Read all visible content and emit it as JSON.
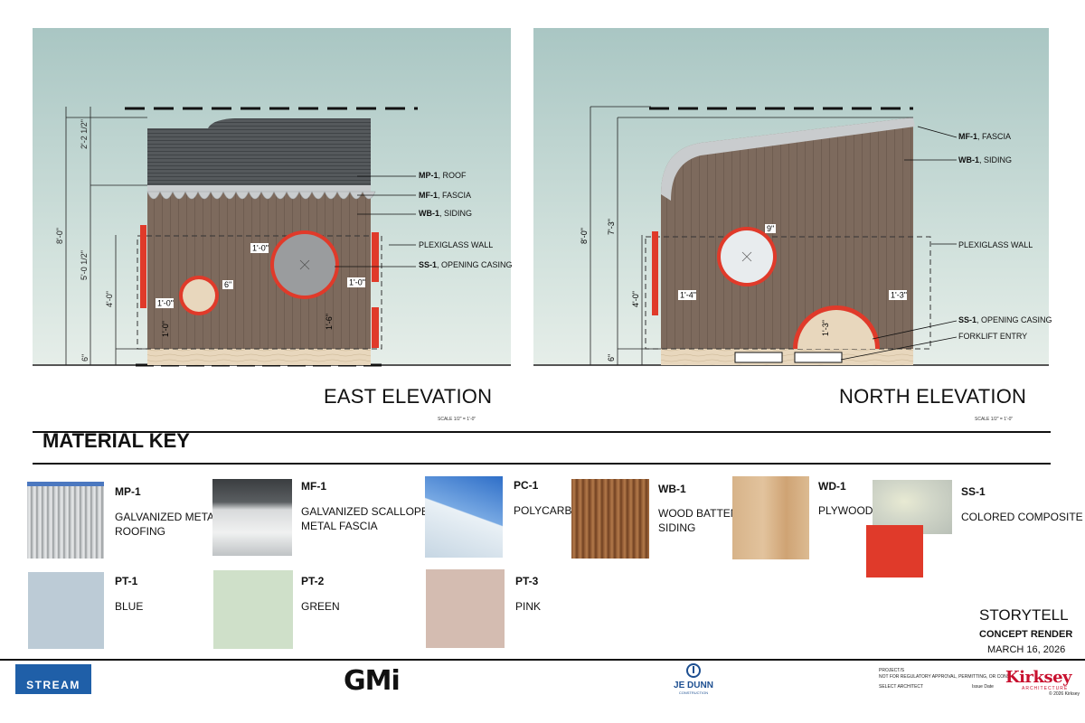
{
  "elevations": {
    "east": {
      "title": "EAST ELEVATION",
      "scale": "SCALE 1/2\" = 1'-0\"",
      "callouts": [
        {
          "code": "MP-1",
          "text": ", ROOF"
        },
        {
          "code": "MF-1",
          "text": ", FASCIA"
        },
        {
          "code": "WB-1",
          "text": ", SIDING"
        },
        {
          "code": "",
          "text": "PLEXIGLASS WALL"
        },
        {
          "code": "SS-1",
          "text": ", OPENING CASING"
        }
      ],
      "dims": [
        "2'-2 1/2\"",
        "8'-0\"",
        "5'-0 1/2\"",
        "4'-0\"",
        "6\"",
        "1'-0\"",
        "6\"",
        "1'-0\"",
        "1'-0\"",
        "1'-0\"",
        "1'-6\""
      ]
    },
    "north": {
      "title": "NORTH ELEVATION",
      "scale": "SCALE 1/2\" = 1'-0\"",
      "callouts": [
        {
          "code": "MF-1",
          "text": ", FASCIA"
        },
        {
          "code": "WB-1",
          "text": ", SIDING"
        },
        {
          "code": "",
          "text": "PLEXIGLASS WALL"
        },
        {
          "code": "SS-1",
          "text": ", OPENING CASING"
        },
        {
          "code": "",
          "text": "FORKLIFT ENTRY"
        }
      ],
      "dims": [
        "8'-0\"",
        "7'-3\"",
        "4'-0\"",
        "6\"",
        "9\"",
        "1'-4\"",
        "1'-3\"",
        "1'-3\""
      ]
    }
  },
  "material_key": {
    "title": "MATERIAL KEY",
    "items": [
      {
        "code": "MP-1",
        "name": "GALVANIZED METAL ROOFING"
      },
      {
        "code": "MF-1",
        "name": "GALVANIZED SCALLOPED METAL FASCIA"
      },
      {
        "code": "PC-1",
        "name": "POLYCARB"
      },
      {
        "code": "WB-1",
        "name": "WOOD BATTEN SIDING"
      },
      {
        "code": "WD-1",
        "name": "PLYWOOD"
      },
      {
        "code": "SS-1",
        "name": "COLORED COMPOSITE"
      },
      {
        "code": "PT-1",
        "name": "BLUE",
        "color": "#bccbd6"
      },
      {
        "code": "PT-2",
        "name": "GREEN",
        "color": "#cfe0c9"
      },
      {
        "code": "PT-3",
        "name": "PINK",
        "color": "#d4bcb1"
      }
    ]
  },
  "project": {
    "name": "STORYTELL",
    "subtitle": "CONCEPT RENDER",
    "date": "MARCH 16, 2026"
  },
  "footer": {
    "logos": [
      "STREAM",
      "GMi",
      "JE DUNN",
      "Kirksey"
    ],
    "jedunn_sub": "CONSTRUCTION",
    "kirksey_sub": "ARCHITECTURE",
    "copyright": "© 2026 Kirksey",
    "project_label": "PROJECT/S",
    "disclaimer": "NOT FOR REGULATORY APPROVAL, PERMITTING, OR CONSTRUCTION",
    "select_architect": "SELECT ARCHITECT",
    "issue_date": "Issue Date"
  },
  "colors": {
    "siding": "#7d6a5d",
    "roof": "#55595c",
    "casing": "#e03a2a",
    "plywood": "#e8d7bd",
    "fascia": "#c9ccce",
    "sky_top": "#a9c6c3"
  }
}
